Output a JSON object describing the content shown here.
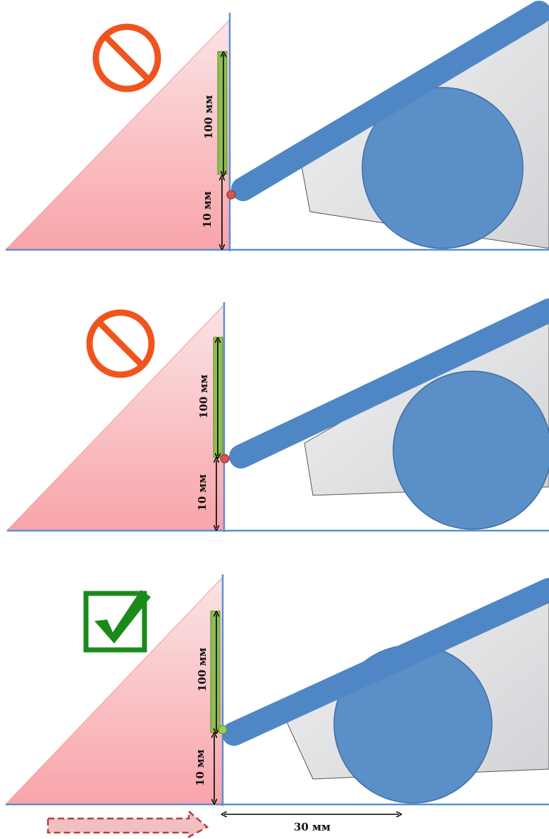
{
  "panels": [
    {
      "status": "forbidden",
      "status_icon": "prohibition-icon",
      "upper_label": "100 мм",
      "lower_label": "10 мм",
      "contact_color": "#d9534f"
    },
    {
      "status": "forbidden",
      "status_icon": "prohibition-icon",
      "upper_label": "100 мм",
      "lower_label": "10 мм",
      "contact_color": "#d9534f"
    },
    {
      "status": "allowed",
      "status_icon": "checkmark-icon",
      "upper_label": "100 мм",
      "lower_label": "10 мм",
      "contact_color": "#9acd5b"
    }
  ],
  "distance_label": "30 мм",
  "colors": {
    "wedge_top": "#f8d9da",
    "wedge_bottom": "#f7a6ab",
    "line_blue": "#5b8fd4",
    "arm_blue": "#4f87c6",
    "wheel_blue": "#5a8fc8",
    "body_gray": "#dfe0e2",
    "strip_green": "#8ebd52",
    "forbid_orange": "#f0541e",
    "check_green": "#1b8a1b",
    "arrow_red": "#b44040"
  }
}
